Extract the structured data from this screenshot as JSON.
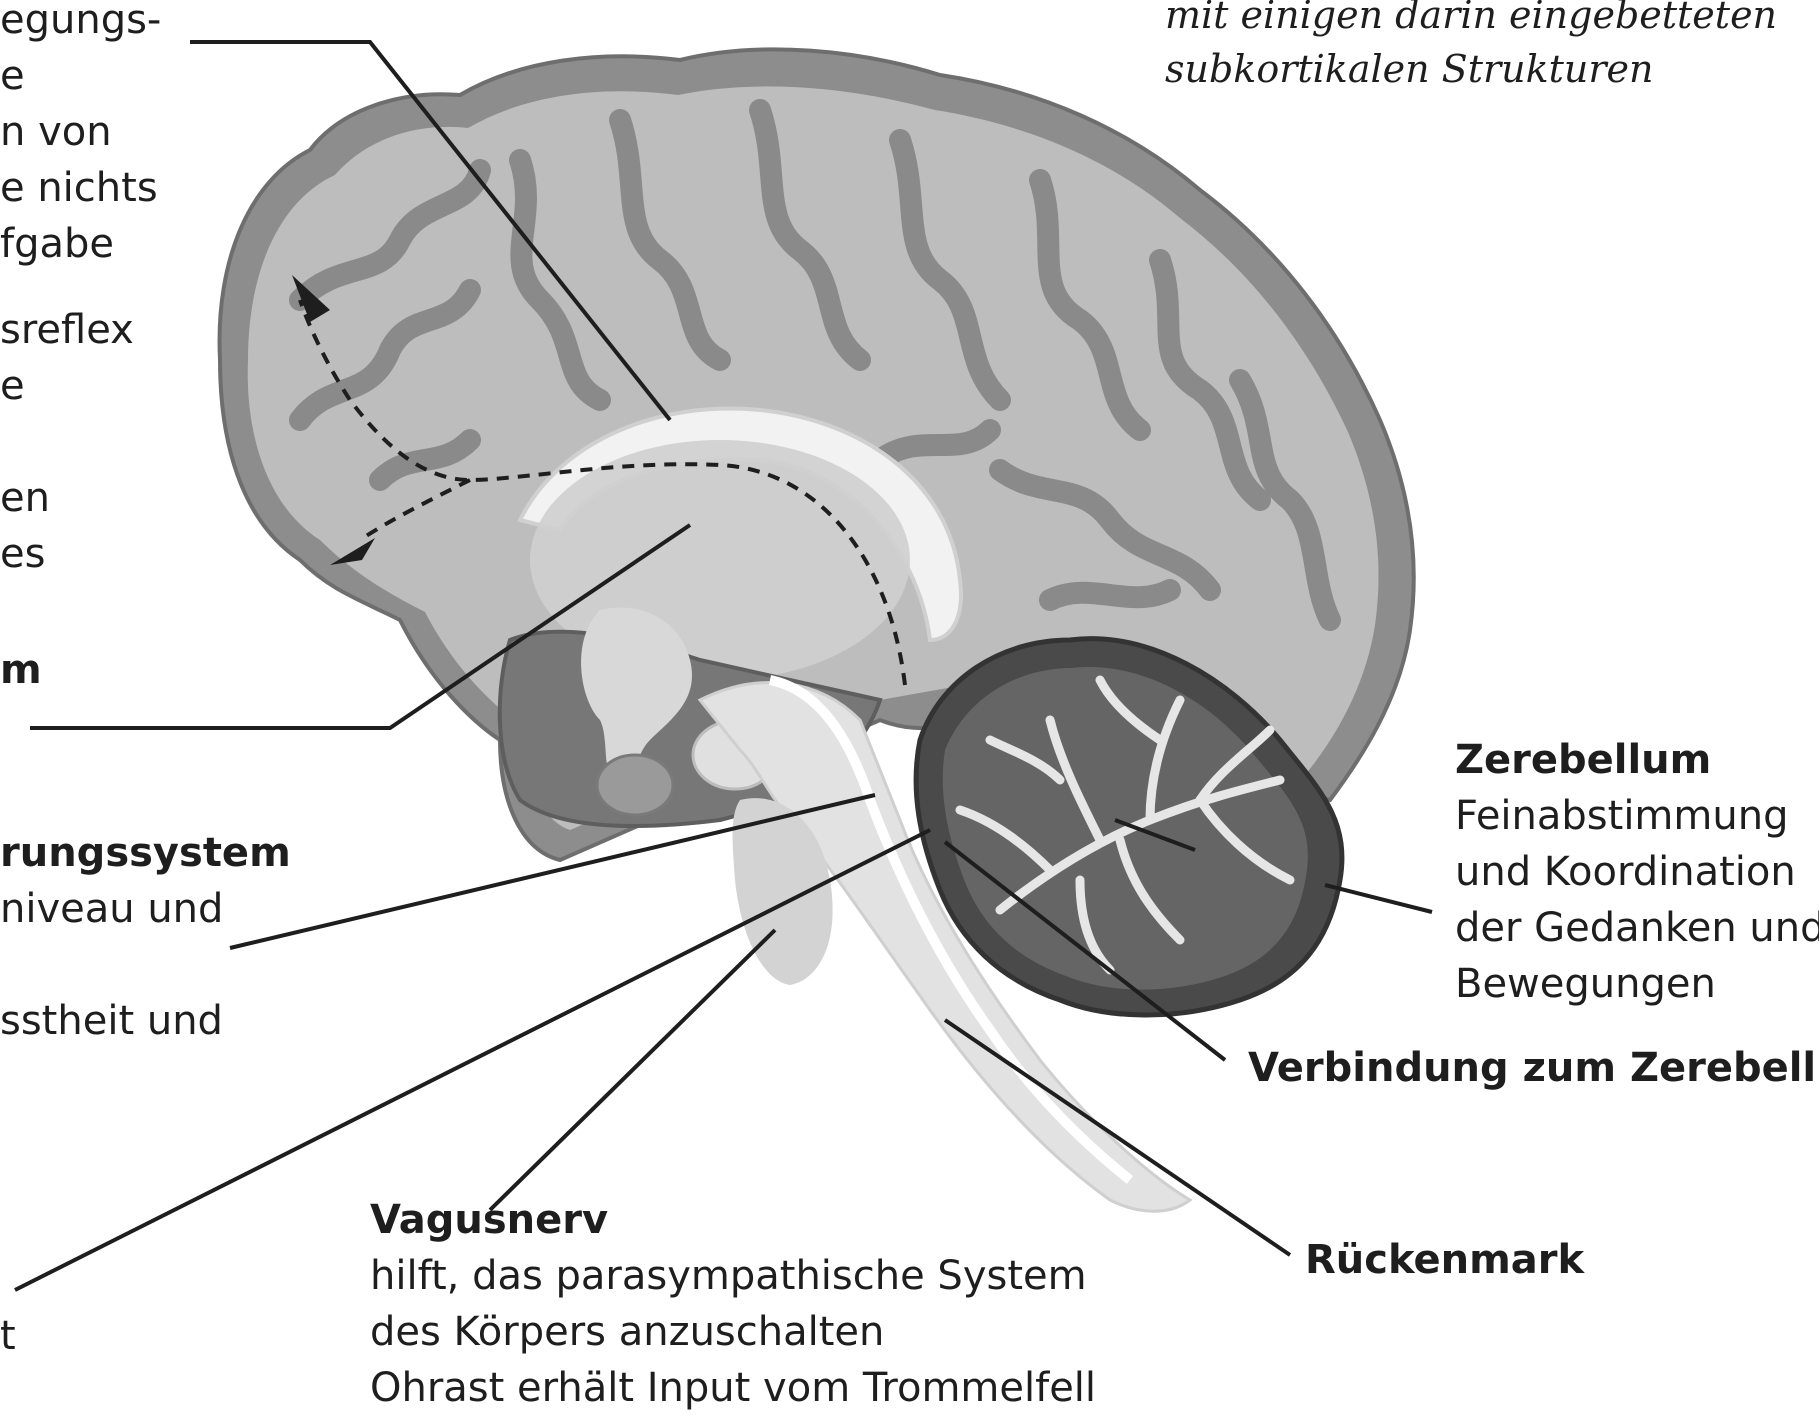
{
  "colors": {
    "brain_outer": "#8d8d8d",
    "brain_light": "#c9c9c9",
    "brain_mid": "#a8a8a8",
    "brain_dark": "#6e6e6e",
    "cerebellum": "#4a4a4a",
    "brainstem": "#e2e2e2",
    "line": "#1e1e1e",
    "background": "#ffffff"
  },
  "caption_top_right": [
    "mit einigen darin eingebetteten",
    "subkortikalen Strukturen"
  ],
  "left_fragments": {
    "block1": [
      "egungs-",
      "e",
      "n von",
      "e nichts",
      "fgabe"
    ],
    "block2": [
      "sreflex",
      "e"
    ],
    "block3": [
      "en",
      "es"
    ],
    "block4_bold": "m"
  },
  "left_lower": {
    "title": "rungssystem",
    "lines": [
      "niveau und",
      "",
      "sstheit und"
    ]
  },
  "left_bottom_fragment": "t",
  "cerebellum_label": {
    "title": "Zerebellum",
    "lines": [
      "Feinabstimmung",
      "und Koordination",
      "der Gedanken und",
      "Bewegungen"
    ]
  },
  "connection_label": "Verbindung zum Zerebellum",
  "spinal_label": "Rückenmark",
  "vagus_label": {
    "title": "Vagusnerv",
    "lines": [
      "hilft, das parasympathische System",
      "des Körpers anzuschalten",
      "Ohrast erhält Input vom Trommelfell"
    ]
  }
}
